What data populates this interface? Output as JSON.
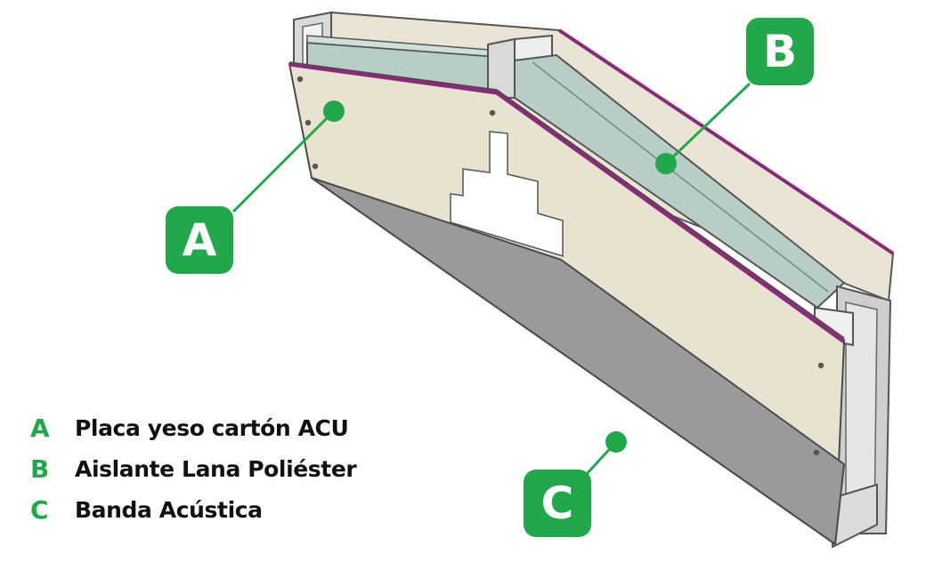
{
  "colors": {
    "accent_green": "#21a84a",
    "board_beige": "#e8e3d1",
    "insulation_teal": "#b7cdc6",
    "acoustic_band_gray": "#9a9a9a",
    "membrane_purple": "#8a2a7a",
    "outline": "#4a4a4a"
  },
  "callouts": [
    {
      "letter": "A",
      "label": "Placa yeso cartón ACU"
    },
    {
      "letter": "B",
      "label": "Aislante Lana Poliéster"
    },
    {
      "letter": "C",
      "label": "Banda Acústica"
    }
  ]
}
